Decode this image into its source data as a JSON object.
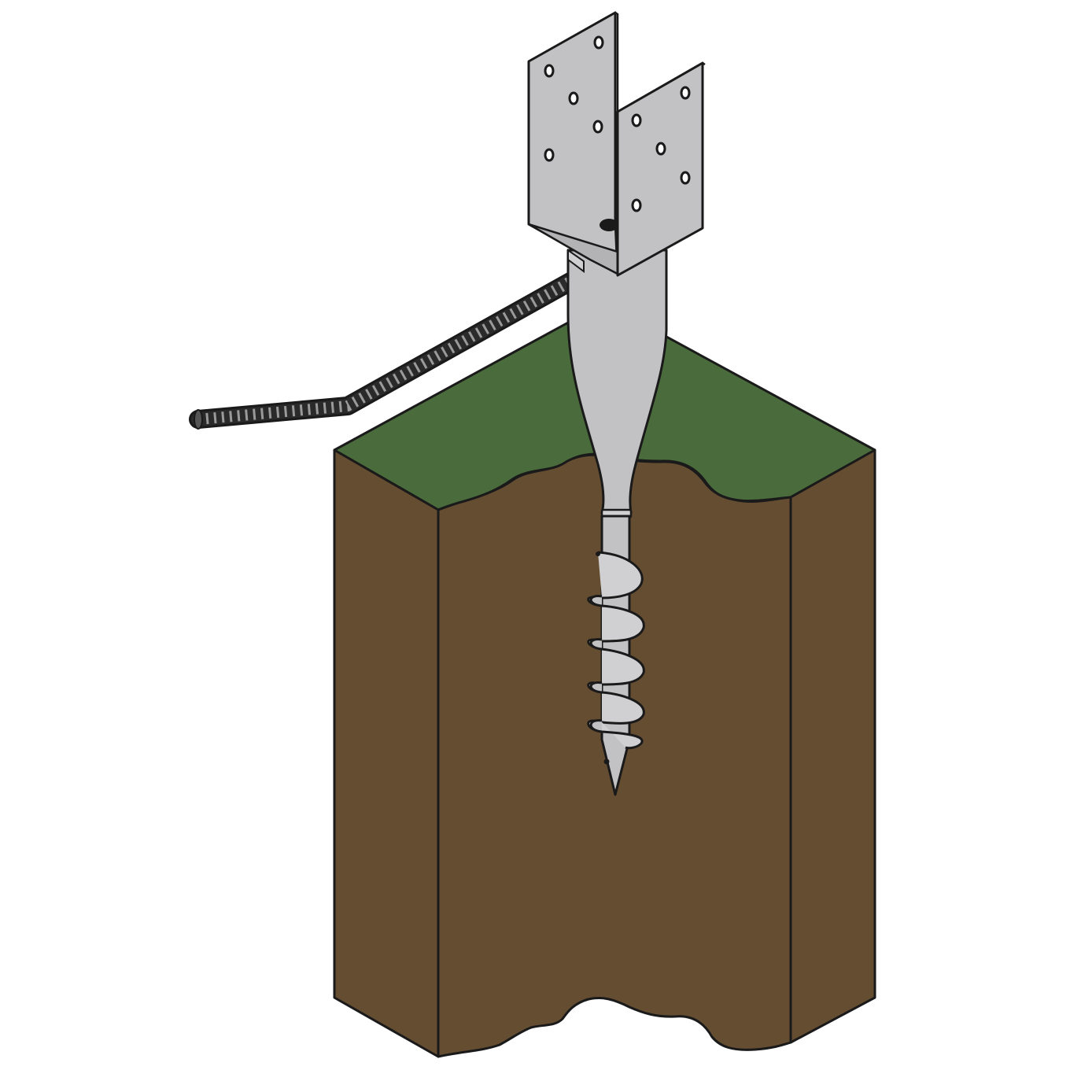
{
  "illustration": {
    "subject": "ground-screw-post-anchor",
    "parts": [
      "soil-block",
      "grass-top",
      "u-bracket",
      "tapered-shaft",
      "helical-screw",
      "threaded-rod"
    ]
  },
  "colors": {
    "background": "#ffffff",
    "grass": "#4a6b3b",
    "soil": "#654d32",
    "metal": "#c2c2c4",
    "metal_light": "#d0d0d2",
    "metal_dark": "#b3b3b5",
    "outline": "#1a1a1a",
    "rod": "#2a2a2a",
    "rod_highlight": "#8c8c8c"
  }
}
